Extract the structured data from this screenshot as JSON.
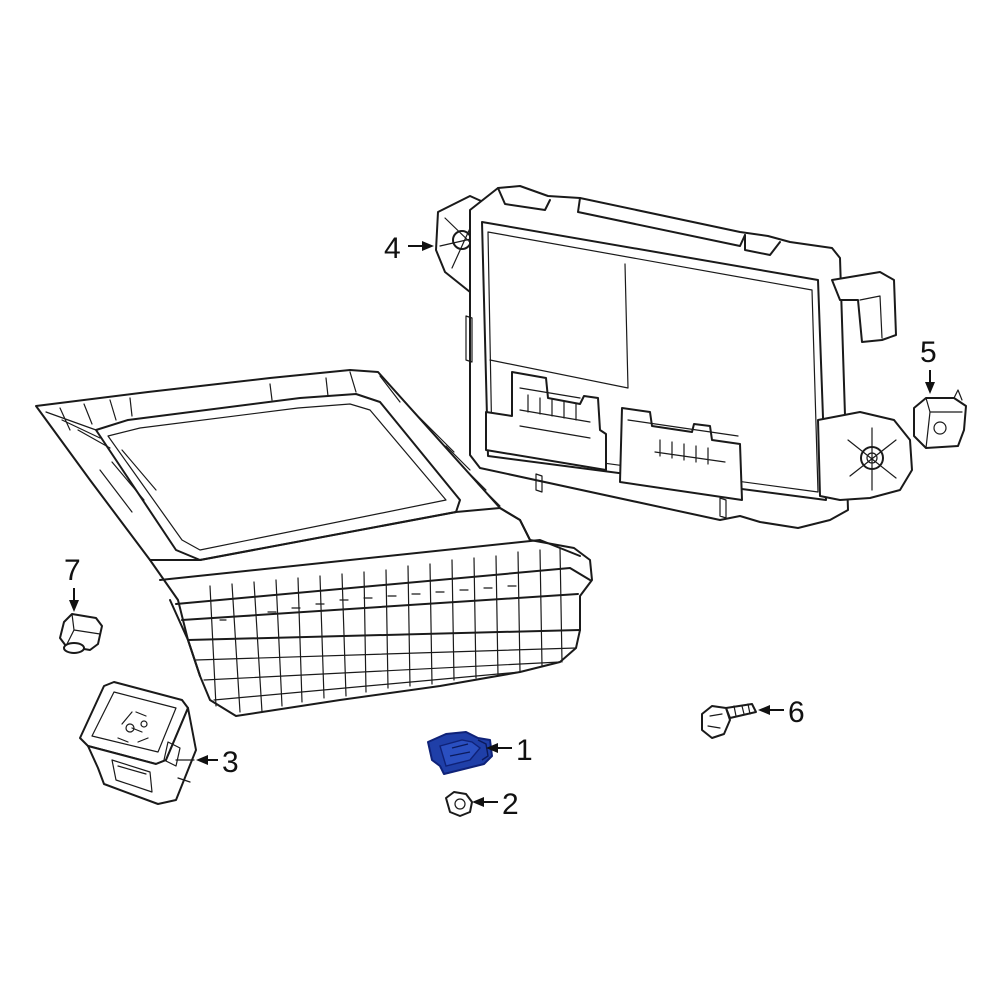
{
  "callouts": [
    {
      "id": 1,
      "label": "1",
      "part": "switch"
    },
    {
      "id": 2,
      "label": "2",
      "part": "nut"
    },
    {
      "id": 3,
      "label": "3",
      "part": "park-brake-switch"
    },
    {
      "id": 4,
      "label": "4",
      "part": "control-module"
    },
    {
      "id": 5,
      "label": "5",
      "part": "clip"
    },
    {
      "id": 6,
      "label": "6",
      "part": "screw"
    },
    {
      "id": 7,
      "label": "7",
      "part": "push-pin"
    }
  ],
  "colors": {
    "highlight": "#1f3fa8",
    "highlight_dark": "#0f2278",
    "line": "#1a1a1a",
    "background": "#ffffff"
  }
}
